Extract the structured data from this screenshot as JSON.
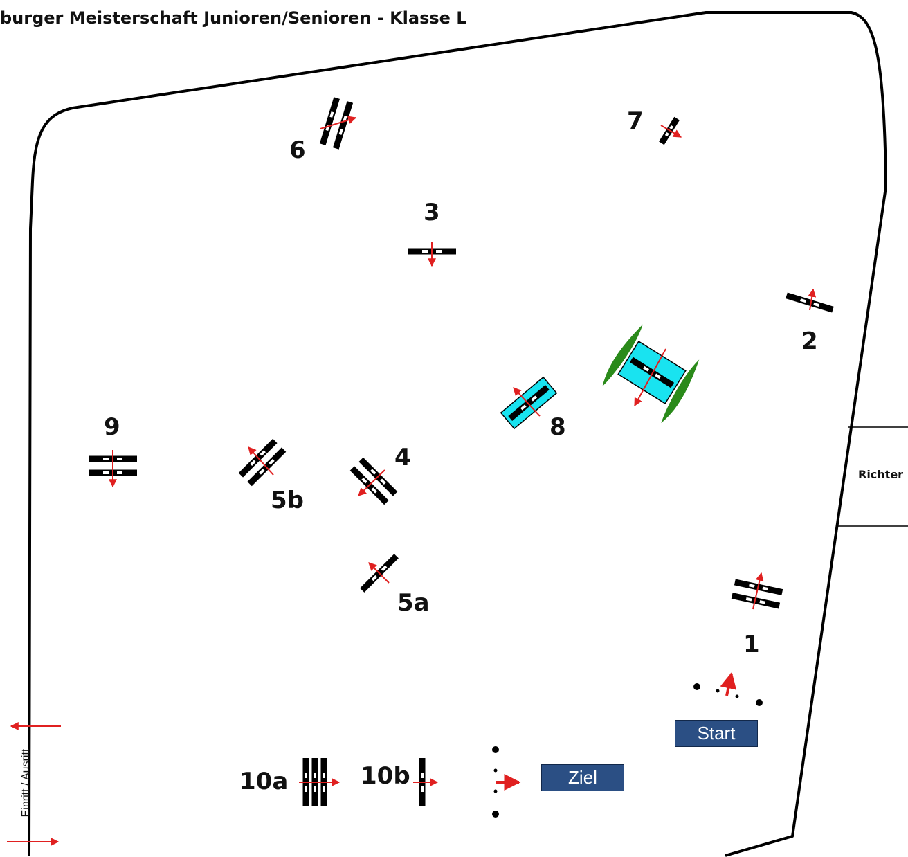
{
  "title": "burger Meisterschaft Junioren/Senioren -  Klasse L",
  "judge_label": "Richter",
  "start_label": "Start",
  "finish_label": "Ziel",
  "entry_exit_label": "Einritt / Ausritt",
  "obstacles": {
    "n1": "1",
    "n2": "2",
    "n3": "3",
    "n4": "4",
    "n5a": "5a",
    "n5b": "5b",
    "n6": "6",
    "n7": "7",
    "n8": "8",
    "n9": "9",
    "n10a": "10a",
    "n10b": "10b"
  },
  "colors": {
    "rail": "#000000",
    "arrow": "#e02020",
    "water": "#19e3f0",
    "hedge": "#2a8a1a",
    "box": "#2b4f84"
  }
}
